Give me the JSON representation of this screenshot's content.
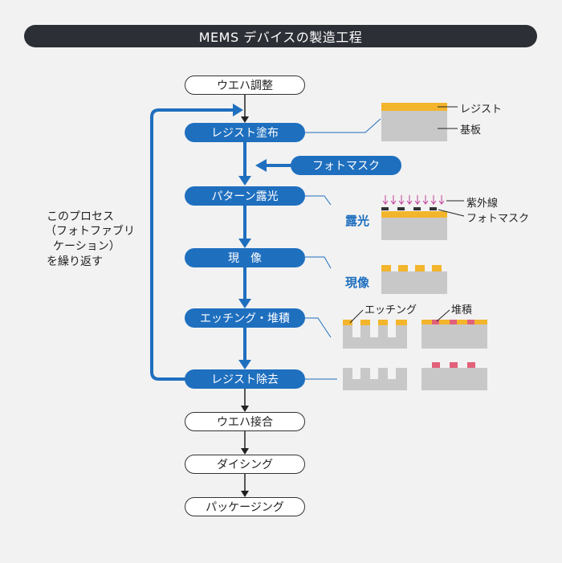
{
  "title": "MEMS デバイスの製造工程",
  "flow": {
    "wafer_prep": "ウエハ調整",
    "resist_coat": "レジスト塗布",
    "exposure": "パターン露光",
    "develop": "現　像",
    "etch_deposit": "エッチング・堆積",
    "resist_remove": "レジスト除去",
    "wafer_bond": "ウエハ接合",
    "dicing": "ダイシング",
    "packaging": "パッケージング"
  },
  "photomask_input": "フォトマスク",
  "loop_note": [
    "このプロセス",
    "（フォトファブリ",
    "ケーション）",
    "を繰り返す"
  ],
  "labels": {
    "resist": "レジスト",
    "substrate": "基板",
    "exposure": "露光",
    "uv": "紫外線",
    "photomask": "フォトマスク",
    "develop": "現像",
    "etching": "エッチング",
    "deposition": "堆積"
  },
  "colors": {
    "blue": "#1f6fbf",
    "resist": "#f2b52b",
    "substrate": "#c8c8c8",
    "deposit": "#e2607a",
    "uv": "#c2409a",
    "title_bg": "#2c2f36"
  }
}
